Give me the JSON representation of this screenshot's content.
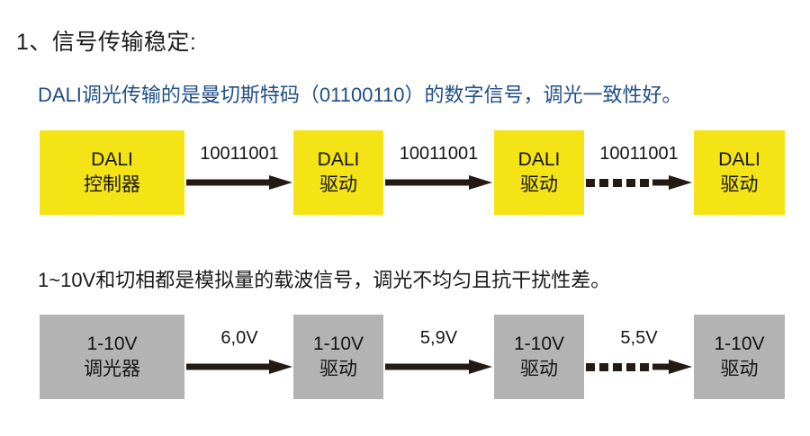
{
  "slide": {
    "heading": "1、信号传输稳定:",
    "colors": {
      "dali_node_fill": "#f4e416",
      "analog_node_fill": "#b3b3b3",
      "blue_text": "#1f4e87",
      "body_text": "#1a1a1a",
      "arrow": "#231a14",
      "background": "#ffffff"
    }
  },
  "dali_section": {
    "caption": "DALI调光传输的是曼切斯特码（01100110）的数字信号，调光一致性好。",
    "nodes": [
      {
        "line1": "DALI",
        "line2": "控制器"
      },
      {
        "line1": "DALI",
        "line2": "驱动"
      },
      {
        "line1": "DALI",
        "line2": "驱动"
      },
      {
        "line1": "DALI",
        "line2": "驱动"
      }
    ],
    "arrows": [
      {
        "label": "10011001",
        "style": "solid"
      },
      {
        "label": "10011001",
        "style": "solid"
      },
      {
        "label": "10011001",
        "style": "dashed"
      }
    ]
  },
  "analog_section": {
    "caption": "1~10V和切相都是模拟量的载波信号，调光不均匀且抗干扰性差。",
    "nodes": [
      {
        "line1": "1-10V",
        "line2": "调光器"
      },
      {
        "line1": "1-10V",
        "line2": "驱动"
      },
      {
        "line1": "1-10V",
        "line2": "驱动"
      },
      {
        "line1": "1-10V",
        "line2": "驱动"
      }
    ],
    "arrows": [
      {
        "label": "6,0V",
        "style": "solid"
      },
      {
        "label": "5,9V",
        "style": "solid"
      },
      {
        "label": "5,5V",
        "style": "dashed"
      }
    ]
  }
}
